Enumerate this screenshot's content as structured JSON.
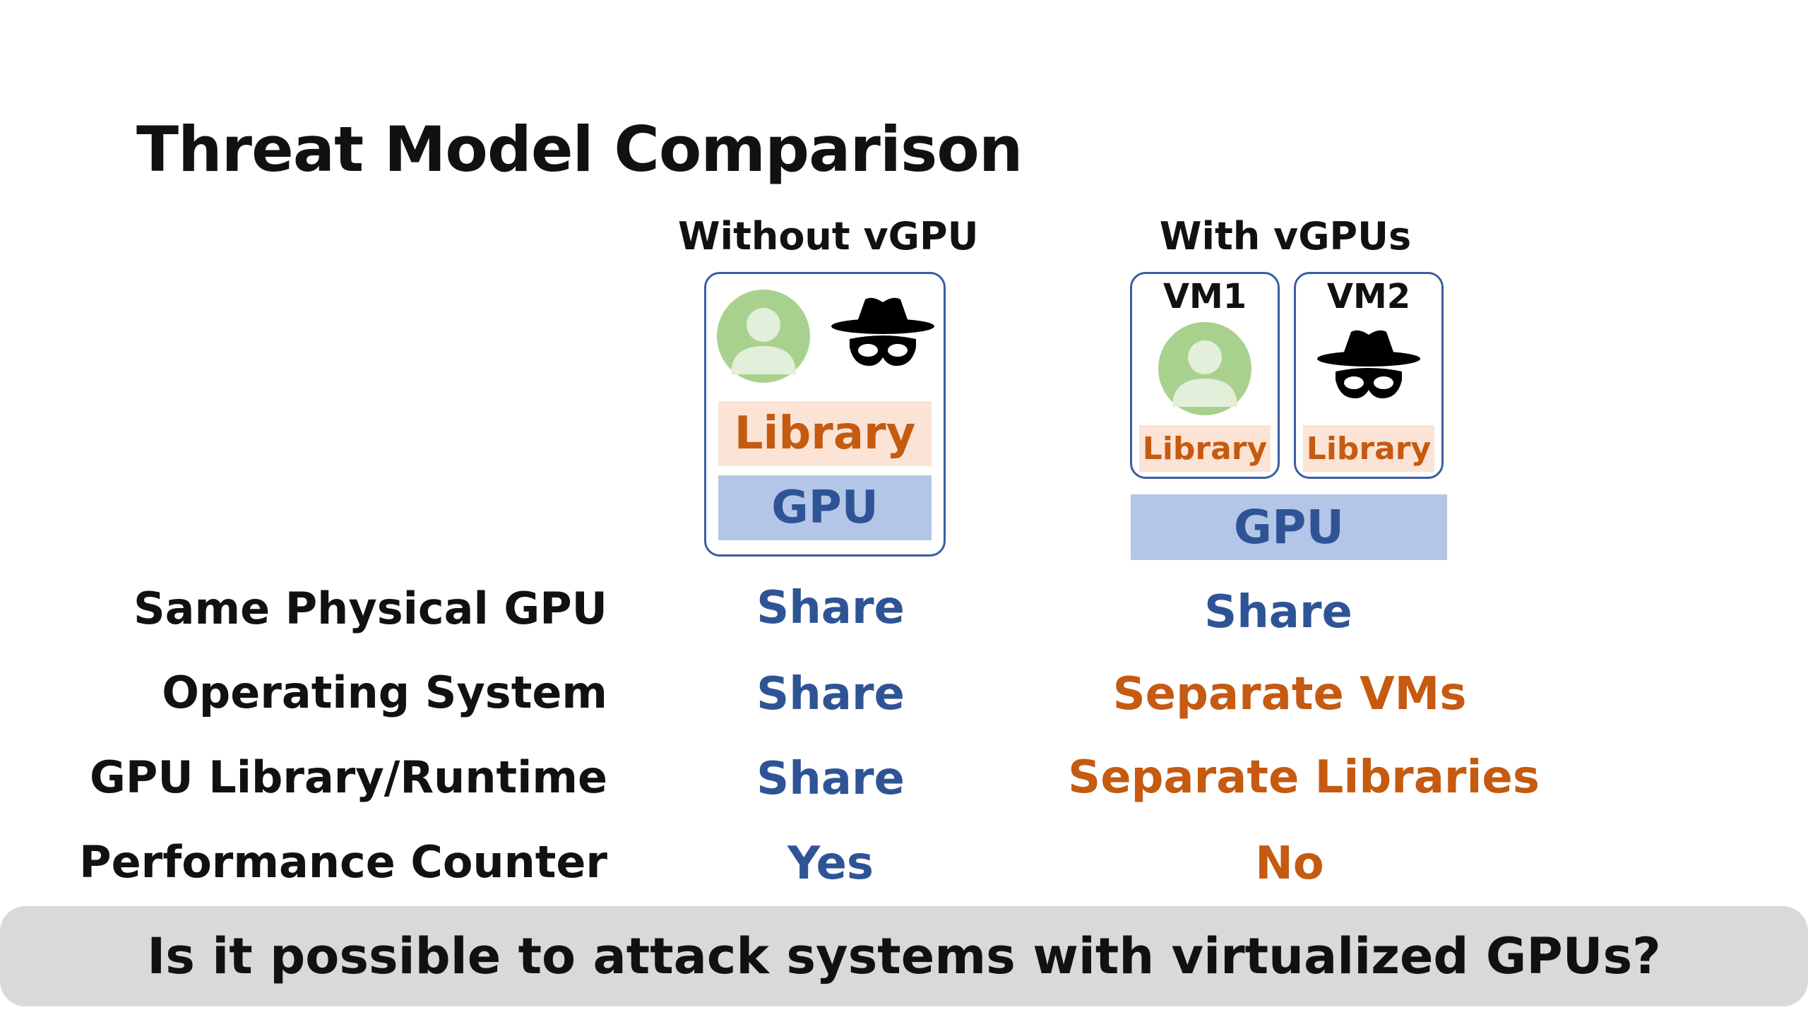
{
  "title": "Threat Model Comparison",
  "columns": {
    "without": {
      "heading": "Without vGPU",
      "library_label": "Library",
      "gpu_label": "GPU"
    },
    "with": {
      "heading": "With vGPUs",
      "vm1": {
        "label": "VM1",
        "library_label": "Library"
      },
      "vm2": {
        "label": "VM2",
        "library_label": "Library"
      },
      "gpu_label": "GPU"
    }
  },
  "rows": [
    {
      "label": "Same Physical GPU",
      "without": "Share",
      "with": "Share"
    },
    {
      "label": "Operating System",
      "without": "Share",
      "with": "Separate VMs"
    },
    {
      "label": "GPU Library/Runtime",
      "without": "Share",
      "with": "Separate Libraries"
    },
    {
      "label": "Performance Counter",
      "without": "Yes",
      "with": "No"
    }
  ],
  "bottom_question": "Is it possible to attack systems with virtualized GPUs?",
  "icons": {
    "user": "user-avatar-icon",
    "attacker": "spy-hat-mask-icon"
  },
  "colors": {
    "share_blue": "#2f5496",
    "separate_orange": "#c55a11",
    "library_fill": "#fbe3d5",
    "gpu_fill": "#b3c6e7",
    "card_border": "#3b5e9e",
    "avatar_green": "#a9d18e",
    "bottom_bar": "#d9d9d9"
  }
}
